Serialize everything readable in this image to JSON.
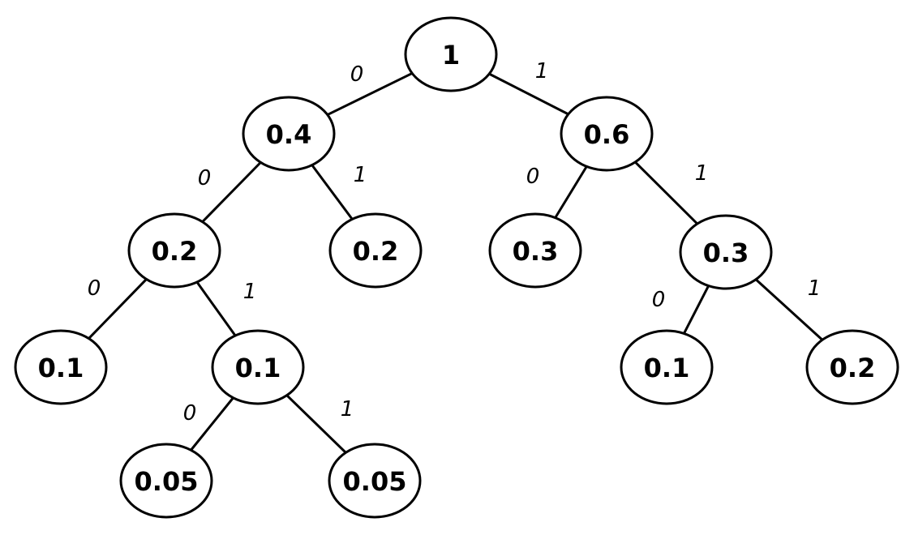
{
  "tree": {
    "nodes": [
      {
        "id": "root",
        "label": "1"
      },
      {
        "id": "l",
        "label": "0.4"
      },
      {
        "id": "r",
        "label": "0.6"
      },
      {
        "id": "ll",
        "label": "0.2"
      },
      {
        "id": "lr",
        "label": "0.2"
      },
      {
        "id": "rl",
        "label": "0.3"
      },
      {
        "id": "rr",
        "label": "0.3"
      },
      {
        "id": "lll",
        "label": "0.1"
      },
      {
        "id": "llr",
        "label": "0.1"
      },
      {
        "id": "rrl",
        "label": "0.1"
      },
      {
        "id": "rrr",
        "label": "0.2"
      },
      {
        "id": "llrl",
        "label": "0.05"
      },
      {
        "id": "llrr",
        "label": "0.05"
      }
    ],
    "edges": [
      {
        "from": "root",
        "to": "l",
        "label": "0"
      },
      {
        "from": "root",
        "to": "r",
        "label": "1"
      },
      {
        "from": "l",
        "to": "ll",
        "label": "0"
      },
      {
        "from": "l",
        "to": "lr",
        "label": "1"
      },
      {
        "from": "r",
        "to": "rl",
        "label": "0"
      },
      {
        "from": "r",
        "to": "rr",
        "label": "1"
      },
      {
        "from": "ll",
        "to": "lll",
        "label": "0"
      },
      {
        "from": "ll",
        "to": "llr",
        "label": "1"
      },
      {
        "from": "rr",
        "to": "rrl",
        "label": "0"
      },
      {
        "from": "rr",
        "to": "rrr",
        "label": "1"
      },
      {
        "from": "llr",
        "to": "llrl",
        "label": "0"
      },
      {
        "from": "llr",
        "to": "llrr",
        "label": "1"
      }
    ]
  }
}
